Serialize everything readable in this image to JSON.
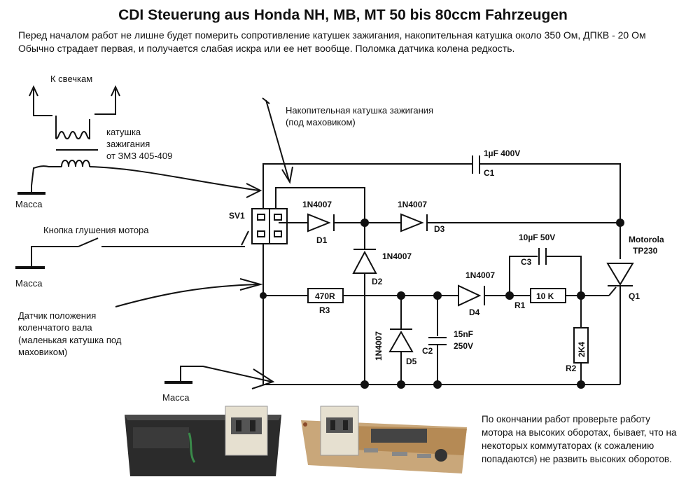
{
  "title": "CDI Steuerung aus Honda NH, MB, MT 50 bis 80ccm Fahrzeugen",
  "intro_line1": "Перед началом работ не лишне будет померить сопротивление катушек зажигания, накопительная катушка около 350 Ом, ДПКВ - 20 Ом",
  "intro_line2": "Обычно страдает первая, и получается слабая искра или ее нет вообще. Поломка датчика колена редкость.",
  "labels": {
    "to_plugs": "К свечкам",
    "coil_1": "катушка",
    "coil_2": "зажигания",
    "coil_3": "от ЗМЗ 405-409",
    "ground_1": "Масса",
    "ground_2": "Масса",
    "ground_3": "Масса",
    "storage_coil_1": "Накопительная катушка зажигания",
    "storage_coil_2": "(под маховиком)",
    "kill_button": "Кнопка глушения мотора",
    "sensor_1": "Датчик положения",
    "sensor_2": "коленчатого вала",
    "sensor_3": "(маленькая катушка под",
    "sensor_4": "маховиком)"
  },
  "components": {
    "sv1": "SV1",
    "c1_value": "1µF 400V",
    "c1": "C1",
    "d1_type": "1N4007",
    "d1": "D1",
    "d2_type": "1N4007",
    "d2": "D2",
    "d3_type": "1N4007",
    "d3": "D3",
    "d4_type": "1N4007",
    "d4": "D4",
    "d5_type": "1N4007",
    "d5": "D5",
    "r3_value": "470R",
    "r3": "R3",
    "r1_value": "10 K",
    "r1": "R1",
    "r2_value": "2K4",
    "r2": "R2",
    "c3_value": "10µF 50V",
    "c3": "C3",
    "c2": "C2",
    "c2_value_1": "15nF",
    "c2_value_2": "250V",
    "q1_maker": "Motorola",
    "q1_type": "TP230",
    "q1": "Q1"
  },
  "bottom_note": "По окончании работ проверьте работу мотора на высоких оборотах, бывает, что на некоторых коммутаторах (к сожалению попадаются) не развить высоких оборотов.",
  "colors": {
    "line": "#111111",
    "module_body": "#2b2b2b",
    "board": "#b58a55",
    "connector": "#e6e0d0"
  }
}
